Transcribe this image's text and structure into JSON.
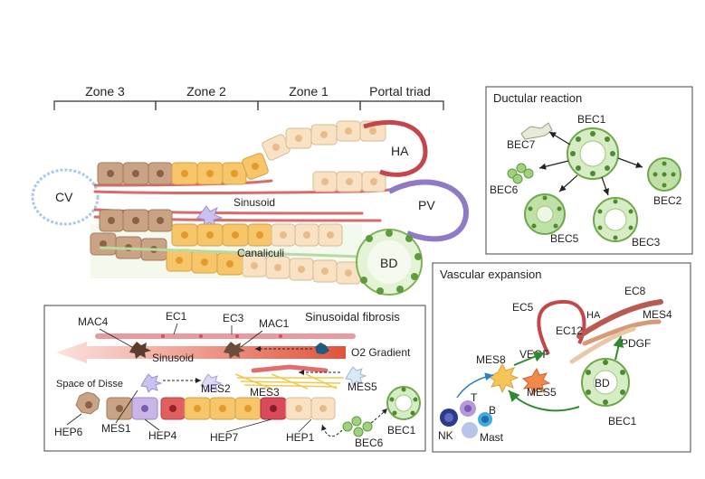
{
  "zones": {
    "zone3": "Zone 3",
    "zone2": "Zone 2",
    "zone1": "Zone 1",
    "portal_triad": "Portal triad"
  },
  "main": {
    "cv": "CV",
    "ha": "HA",
    "pv": "PV",
    "bd": "BD",
    "sinusoid": "Sinusoid",
    "canaliculi": "Canaliculi"
  },
  "sinusoidal_fibrosis": {
    "title": "Sinusoidal fibrosis",
    "mac4": "MAC4",
    "ec1": "EC1",
    "ec3": "EC3",
    "mac1": "MAC1",
    "o2_gradient": "O2 Gradient",
    "sinusoid": "Sinusoid",
    "space_of_disse": "Space of Disse",
    "mes2": "MES2",
    "mes3": "MES3",
    "mes5": "MES5",
    "hep6": "HEP6",
    "mes1": "MES1",
    "hep4": "HEP4",
    "hep7": "HEP7",
    "hep1": "HEP1",
    "bec6": "BEC6",
    "bec1": "BEC1"
  },
  "ductular_reaction": {
    "title": "Ductular reaction",
    "bec1": "BEC1",
    "bec7": "BEC7",
    "bec6": "BEC6",
    "bec2": "BEC2",
    "bec5": "BEC5",
    "bec3": "BEC3"
  },
  "vascular_expansion": {
    "title": "Vascular expansion",
    "ec5": "EC5",
    "ec8": "EC8",
    "ha": "HA",
    "ec12": "EC12",
    "mes4": "MES4",
    "vegf": "VEGF",
    "pdgf": "PDGF",
    "mes8": "MES8",
    "mes5": "MES5",
    "bd": "BD",
    "bec1": "BEC1",
    "t": "T",
    "b": "B",
    "nk": "NK",
    "mast": "Mast"
  },
  "colors": {
    "hep_zone3": "#c9a384",
    "hep_zone2": "#f7c66a",
    "hep_zone1": "#f9e2c4",
    "bec": "#8cc46a",
    "ha": "#c4454a",
    "pv": "#8f7ac8",
    "cv": "#a9c9ea",
    "o2_arrow": "#e0533b",
    "sinusoid_cell": "#e08a8a"
  }
}
